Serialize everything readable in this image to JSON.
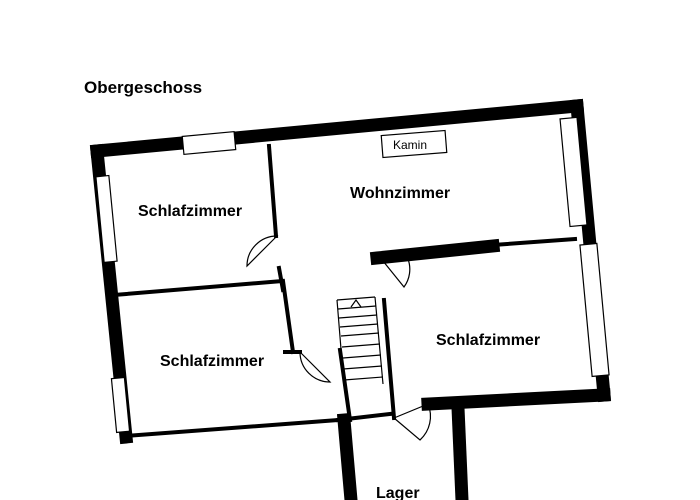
{
  "floor_label": "Obergeschoss",
  "rooms": {
    "bedroom_top_left": "Schlafzimmer",
    "living_room": "Wohnzimmer",
    "bedroom_bottom_left": "Schlafzimmer",
    "bedroom_right": "Schlafzimmer",
    "storage": "Lager"
  },
  "fixtures": {
    "fireplace": "Kamin"
  }
}
